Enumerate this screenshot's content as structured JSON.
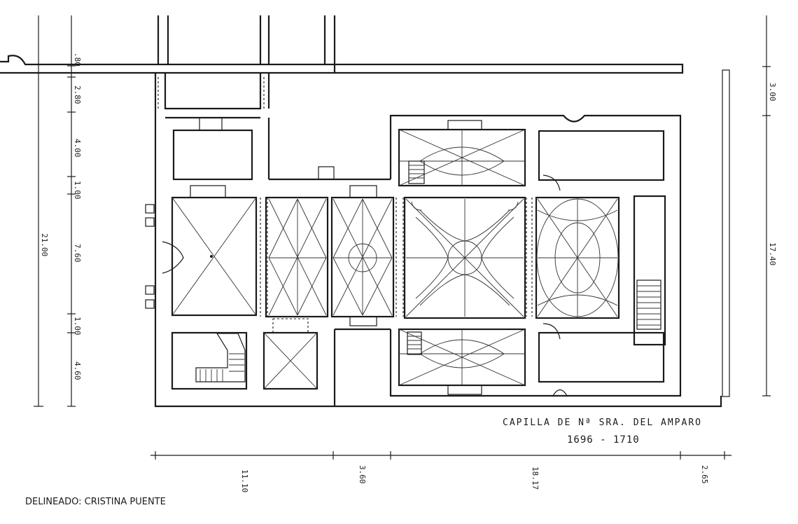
{
  "drawing": {
    "title": "CAPILLA DE Nª SRA. DEL AMPARO",
    "dates": "1696 - 1710",
    "credit": "DELINEADO: CRISTINA PUENTE"
  },
  "dimensions": {
    "vertical_left": {
      "total": "21.00",
      "segments": [
        ".80",
        "2.80",
        "4.00",
        "1.00",
        "7.60",
        "1.00",
        "4.60"
      ]
    },
    "vertical_right": {
      "segments": [
        "3.00",
        "17.40"
      ]
    },
    "horizontal_bottom": {
      "segments": [
        "11.10",
        "3.60",
        "18.17",
        "2.65"
      ]
    }
  }
}
